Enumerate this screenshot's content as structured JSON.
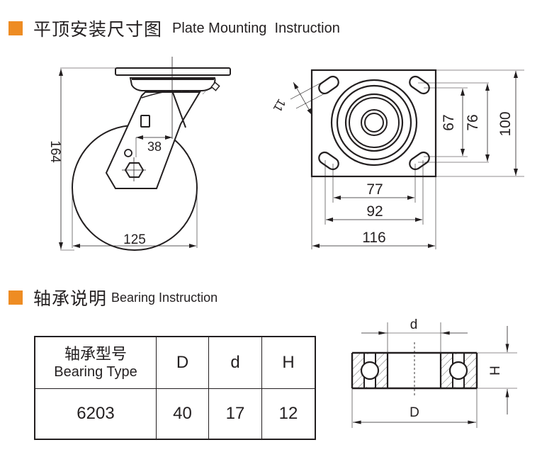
{
  "colors": {
    "accent": "#ee8c23",
    "ink": "#231f20"
  },
  "section1": {
    "title_cn": "平顶安装尺寸图",
    "title_en": "Plate Mounting  Instruction",
    "side_view": {
      "height_label": "164",
      "width_label": "125",
      "offset_label": "38"
    },
    "plate_view": {
      "slot_label": "11",
      "inner_v_label": "67",
      "mid_v_label": "76",
      "outer_v_label": "100",
      "inner_h_label": "77",
      "mid_h_label": "92",
      "outer_h_label": "116"
    }
  },
  "section2": {
    "title_cn": "轴承说明",
    "title_en": "Bearing Instruction",
    "table": {
      "header": {
        "type_cn": "轴承型号",
        "type_en": "Bearing Type",
        "D": "D",
        "d": "d",
        "H": "H"
      },
      "row": {
        "type": "6203",
        "D": "40",
        "d": "17",
        "H": "12"
      }
    },
    "bearing_diagram": {
      "d_label": "d",
      "D_label": "D",
      "H_label": "H"
    }
  }
}
